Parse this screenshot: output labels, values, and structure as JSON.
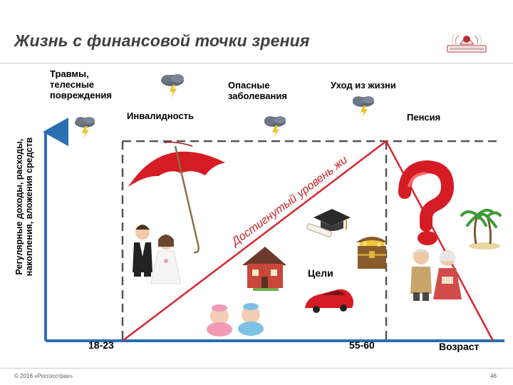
{
  "slide": {
    "title": "Жизнь с финансовой точки зрения",
    "footer": "© 2016 «Росгосстрах»",
    "page_number": "46"
  },
  "risks": {
    "injuries": "Травмы,\nтелесные\nповреждения",
    "diseases": "Опасные\nзаболевания",
    "death": "Уход из жизни",
    "disability": "Инвалидность",
    "pension": "Пенсия"
  },
  "axes": {
    "y_label": "Регулярные доходы, расходы,\nнакопления, вложения средств",
    "x_label": "Возраст",
    "tick_start": "18-23",
    "tick_end": "55-60"
  },
  "diagram": {
    "curve_text": "Достигнутый уровень жизни",
    "goals_label": "Цели"
  },
  "colors": {
    "axis": "#2a6fb0",
    "line": "#d8262f",
    "accent": "#c0282d",
    "dashed": "#555555"
  }
}
